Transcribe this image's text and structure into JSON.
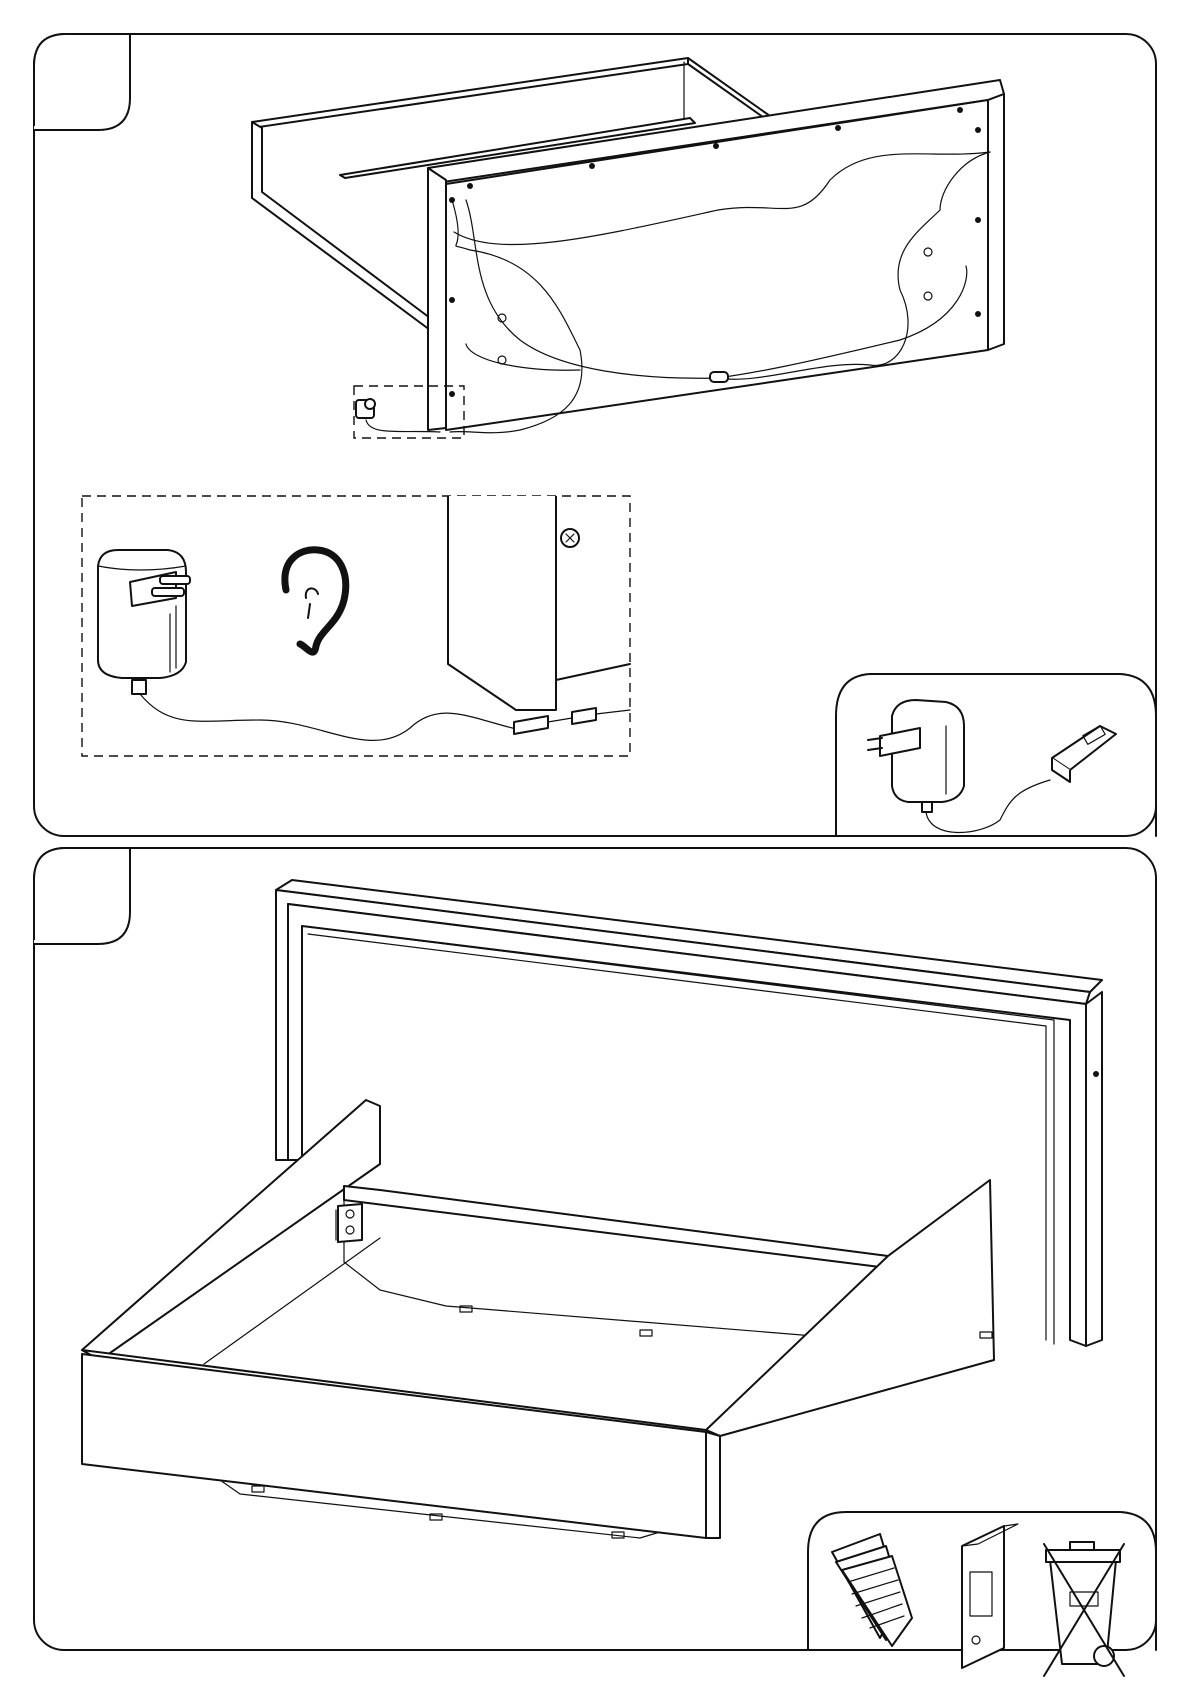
{
  "page": {
    "background": "#ffffff",
    "ink": "#111111"
  },
  "steps": [
    {
      "id": "step-a",
      "step_number": "",
      "content": "headboard-led-wiring",
      "icons": [
        "led-strip-wiring",
        "cable-connector",
        "detail-box"
      ],
      "detail": {
        "icons": [
          "power-adapter-icon",
          "ear-icon",
          "plug-connector-icon"
        ]
      },
      "inset": {
        "icons": [
          "power-adapter-icon",
          "plug-connector-icon"
        ]
      }
    },
    {
      "id": "step-b",
      "step_number": "",
      "content": "bed-frame-assembled",
      "icons": [
        "headboard",
        "bed-frame",
        "metal-bracket"
      ],
      "disposal": {
        "icons": [
          "paper-recycling-icon",
          "keep-manual-binder-icon",
          "crossed-bin-icon"
        ]
      }
    }
  ]
}
